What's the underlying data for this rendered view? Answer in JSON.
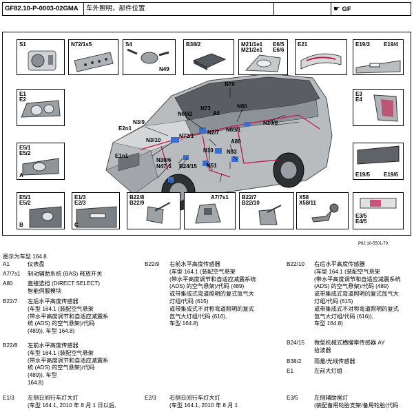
{
  "header": {
    "code": "GF82.10-P-0003-02GMA",
    "title": "车外照明，部件位置",
    "logo": "GF"
  },
  "diagram": {
    "panels": {
      "s1": "S1",
      "n72": "N72/1s5",
      "s4": "S4",
      "n49": "N49",
      "b38": "B38/2",
      "m21": "M21/1e1\nM21/2e1",
      "e65": "E6/5\nE6/6",
      "e21": "E21",
      "e193": "E19/3",
      "e194": "E19/4",
      "e1e2": "E1\nE2",
      "e3e4": "E3\nE4",
      "e5a": "E5/1\nE5/2",
      "a": "A",
      "e19r": "E19/5",
      "e196": "E19/6",
      "e5b": "E5/1\nE5/2",
      "b": "B",
      "e13": "E1/3\nE2/3",
      "c": "C",
      "b22a": "B22/8\nB22/9",
      "a7": "A7/7s1",
      "b22b": "B22/7\nB22/10",
      "x58": "X58\nX58/11",
      "e35": "E3/5\nE4/5"
    },
    "callouts": {
      "n70": "N70",
      "n73": "N73",
      "a1": "A1",
      "n80": "N80",
      "n69_2": "N69/2",
      "n3_9": "N3/9",
      "e2n1": "E2n1",
      "n2_7": "N2/7",
      "n69_1": "N69/1",
      "n72_1": "N72/1",
      "n10_8": "N10/8",
      "n3_10": "N3/10",
      "a80": "A80",
      "n10": "N10",
      "n93": "N93",
      "e1n1": "E1n1",
      "n30_6": "N30/6",
      "n47_5": "N47-5",
      "b24_15": "B24/15",
      "n51": "N51"
    },
    "figure_code": "P82.10-5501-79"
  },
  "legend": {
    "intro": "图示为车型 164.8",
    "col1": [
      {
        "code": "A1",
        "text": "仪表盘"
      },
      {
        "code": "A7/7s1",
        "text": "制动辅助系统 (BAS) 释放开关"
      },
      {
        "code": "A80",
        "text": "直接选挡 (DIRECT SELECT)\n智能伺服模块"
      },
      {
        "code": "B22/7",
        "text": "左后水平高度传感器\n(车型 164.1 (装配空气悬架\n(带水平高度调节和自适应减震系\n统 (ADS) 的空气悬架)/代码\n(489)), 车型 164.8)"
      },
      {
        "code": "B22/8",
        "text": "左前水平高度传感器\n(车型 164.1 (装配空气悬架\n(带水平高度调节和自适应减震系\n统 (ADS) 的空气悬架)/代码\n(489)), 车型\n164.8)"
      },
      {
        "code": "E1/3",
        "text": "左侧日间行车灯大灯\n(车型 164.1, 2010 年 8 月 1 日以后,"
      }
    ],
    "col2": [
      {
        "code": "B22/9",
        "text": "右前水平高度传感器\n(车型 164.1 (装配空气悬架\n(带水平高度调节和自适应减震系统\n(ADS) 的空气悬架)/代码 (489)\n或带集成式弯道照明的复式氙气大\n灯组/代码 (615)\n或带集成式不对称弯道照明的复式\n氙气大灯组/代码 (616),\n车型 164.8)"
      },
      {
        "code": "E2/3",
        "text": "右侧日间行车灯大灯\n(车型 164.1, 2010 年 8 月 1"
      }
    ],
    "col3": [
      {
        "code": "B22/10",
        "text": "右后水平高度传感器\n(车型 164.1 (装配空气悬架\n(带水平高度调节和自适应减震系统\n(ADS) 的空气悬架)/代码 (489)\n或带集成式弯道照明的复式氙气大\n灯组/代码 (615)\n或带集成式不对称弯道照明的复式\n氙气大灯组/代码 (616)),\n车型 164.8)"
      },
      {
        "code": "B24/15",
        "text": "微型机械式横摆率传感器 AY\n拾波器"
      },
      {
        "code": "B38/2",
        "text": "雨量/光线传感器"
      },
      {
        "code": "E1",
        "text": "左前大灯组"
      },
      {
        "code": "E3/5",
        "text": "左侧辅助尾灯\n(装配备用轮胎支架/备用轮胎(代码"
      }
    ]
  }
}
